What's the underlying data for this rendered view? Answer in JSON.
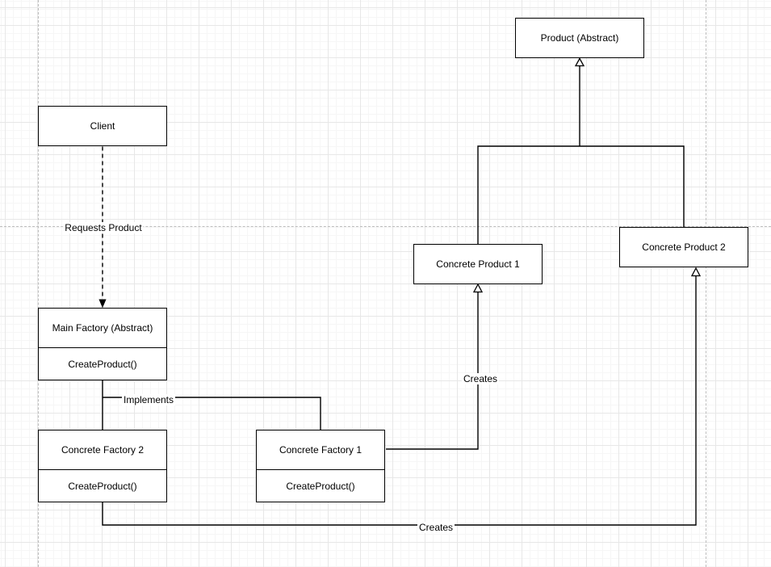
{
  "colors": {
    "stroke": "#000000",
    "node_fill": "#ffffff",
    "label_text": "#000000",
    "grid_minor": "#f6f6f6",
    "grid_medium": "#e7e7e7",
    "grid_major": "#bdbdbd",
    "canvas_bg": "#ffffff"
  },
  "nodes": {
    "product_abstract": {
      "label": "Product (Abstract)"
    },
    "client": {
      "label": "Client"
    },
    "concrete_product_1": {
      "label": "Concrete Product 1"
    },
    "concrete_product_2": {
      "label": "Concrete Product 2"
    },
    "main_factory": {
      "title": "Main Factory (Abstract)",
      "method": "CreateProduct()"
    },
    "concrete_factory_1": {
      "title": "Concrete Factory 1",
      "method": "CreateProduct()"
    },
    "concrete_factory_2": {
      "title": "Concrete Factory 2",
      "method": "CreateProduct()"
    }
  },
  "edges": [
    {
      "id": "client-to-main-factory",
      "from": "client",
      "to": "main_factory",
      "label": "Requests Product",
      "style": "dashed",
      "arrow": "filled-triangle"
    },
    {
      "id": "concrete-products-to-product-abstract",
      "from": "concrete_product_1,concrete_product_2",
      "to": "product_abstract",
      "label": "",
      "style": "solid",
      "arrow": "hollow-triangle"
    },
    {
      "id": "main-factory-to-concrete-factories",
      "from": "main_factory",
      "to": "concrete_factory_1,concrete_factory_2",
      "label": "Implements",
      "style": "solid",
      "arrow": "none"
    },
    {
      "id": "factory1-creates-product1",
      "from": "concrete_factory_1",
      "to": "concrete_product_1",
      "label": "Creates",
      "style": "solid",
      "arrow": "hollow-triangle"
    },
    {
      "id": "factory2-creates-product2",
      "from": "concrete_factory_2",
      "to": "concrete_product_2",
      "label": "Creates",
      "style": "solid",
      "arrow": "hollow-triangle"
    }
  ]
}
